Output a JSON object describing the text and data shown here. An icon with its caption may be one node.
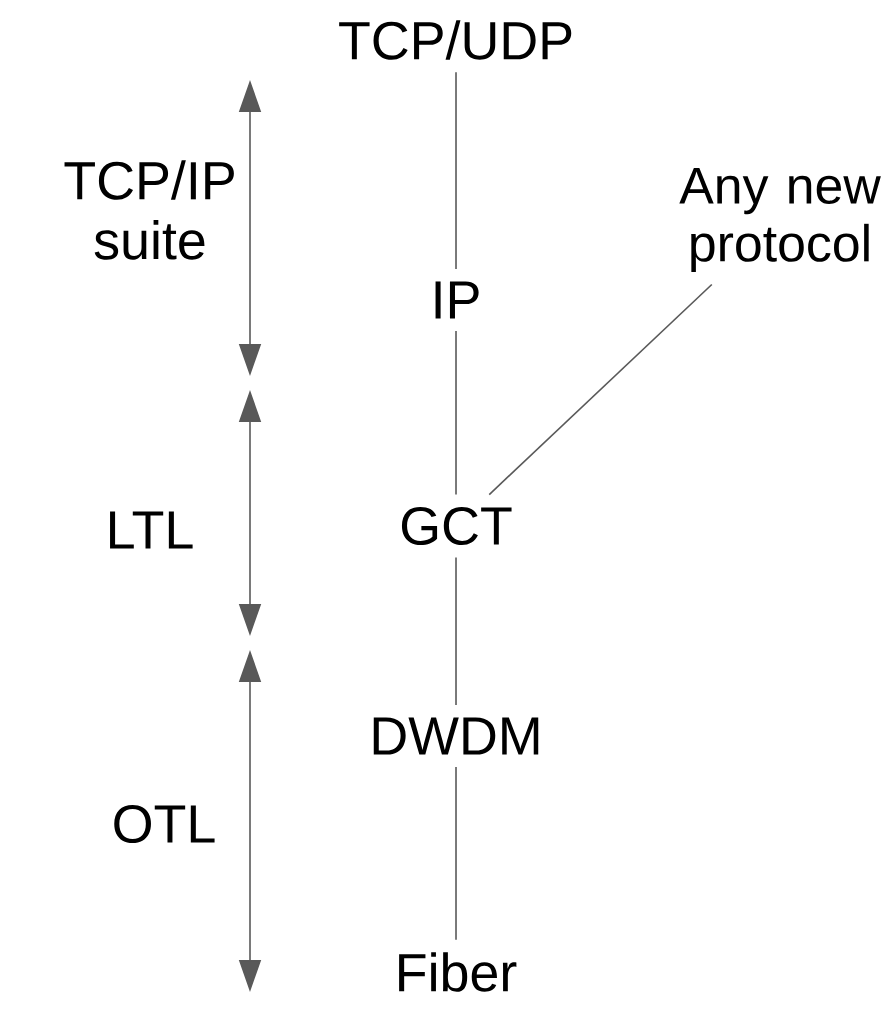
{
  "diagram": {
    "nodes": [
      {
        "text": [
          "TCP/UDP"
        ]
      },
      {
        "text": [
          "IP"
        ]
      },
      {
        "text": [
          "GCT"
        ]
      },
      {
        "text": [
          "DWDM"
        ]
      },
      {
        "text": [
          "Fiber"
        ]
      },
      {
        "text": [
          "Any new protocol"
        ]
      }
    ],
    "edges": [
      {
        "from": 0,
        "to": 1,
        "arrow": "none"
      },
      {
        "from": 1,
        "to": 2,
        "arrow": "none"
      },
      {
        "from": 2,
        "to": 3,
        "arrow": "none"
      },
      {
        "from": 3,
        "to": 4,
        "arrow": "none"
      },
      {
        "from": 5,
        "to": 2,
        "arrow": "none"
      }
    ],
    "labels": [
      "TCP/IP suite",
      "LTL",
      "OTL"
    ]
  }
}
